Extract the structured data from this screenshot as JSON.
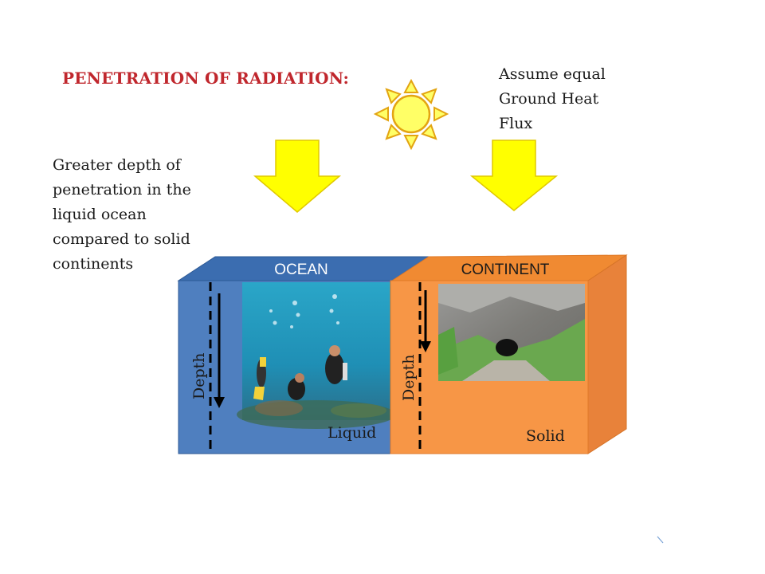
{
  "title": "PENETRATION OF RADIATION:",
  "assumption_lines": [
    "Assume equal",
    "Ground Heat",
    "Flux"
  ],
  "note_lines": [
    "Greater depth of",
    "penetration in the",
    "liquid ocean",
    "compared to solid",
    "continents"
  ],
  "ocean": {
    "label": "OCEAN",
    "depth_label": "Depth",
    "state_label": "Liquid"
  },
  "continent": {
    "label": "CONTINENT",
    "depth_label": "Depth",
    "state_label": "Solid"
  },
  "colors": {
    "title": "#c0272d",
    "ocean_face": "#4f7fbf",
    "ocean_top": "#3b6db0",
    "continent_face": "#f79646",
    "continent_top": "#f08a32",
    "continent_side": "#e8823a",
    "arrow_fill": "#ffff00",
    "arrow_stroke": "#e0c800",
    "sun_fill": "#ffff66"
  },
  "icons": {
    "sun": "sun-icon",
    "arrow": "down-arrow-icon"
  }
}
